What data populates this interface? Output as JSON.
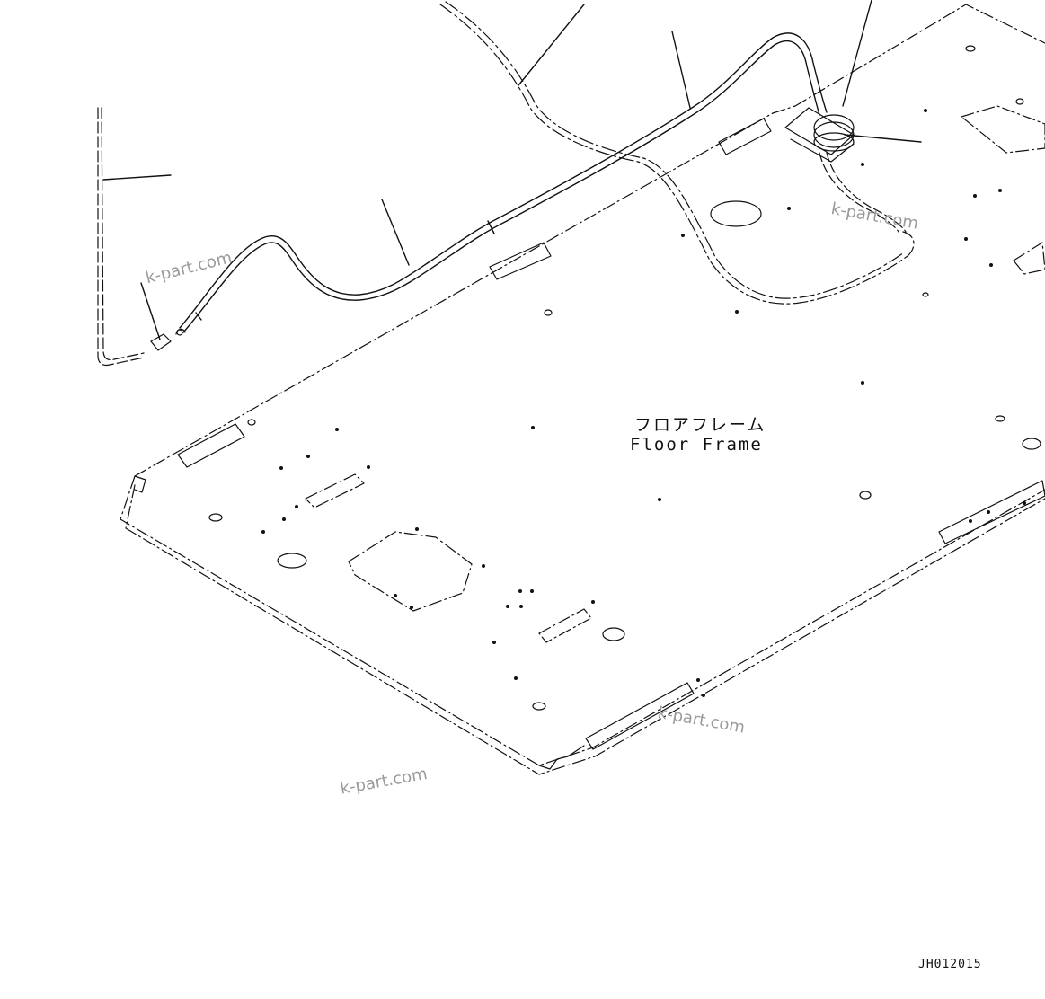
{
  "labels": {
    "floor_frame_jp": "フロアフレーム",
    "floor_frame_en": "Floor Frame",
    "drawing_id": "JH012015"
  },
  "watermarks": [
    "k-part.com",
    "k-part.com",
    "k-part.com",
    "k-part.com"
  ],
  "colors": {
    "line": "#111111",
    "watermark": "#9a9a9a"
  }
}
